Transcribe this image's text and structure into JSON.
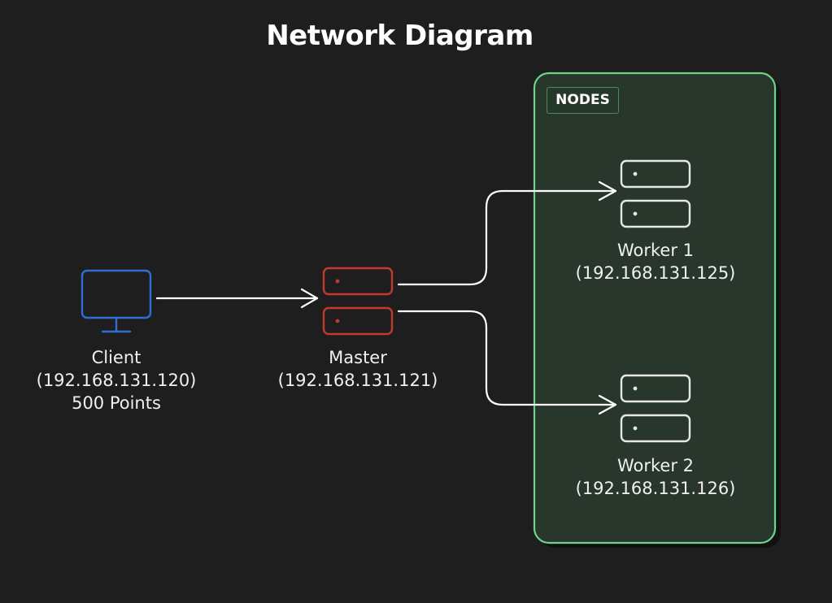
{
  "diagram": {
    "title": "Network Diagram",
    "group": {
      "label": "NODES",
      "border_color": "#6fd48a",
      "fill_color": "#28362b"
    },
    "nodes": {
      "client": {
        "name": "Client",
        "ip": "(192.168.131.120)",
        "extra": "500 Points",
        "icon": "monitor-icon",
        "color": "#2f6fd3"
      },
      "master": {
        "name": "Master",
        "ip": "(192.168.131.121)",
        "icon": "server-icon",
        "color": "#c4392f"
      },
      "worker1": {
        "name": "Worker 1",
        "ip": "(192.168.131.125)",
        "icon": "server-icon",
        "color": "#e6e6e6"
      },
      "worker2": {
        "name": "Worker 2",
        "ip": "(192.168.131.126)",
        "icon": "server-icon",
        "color": "#e6e6e6"
      }
    },
    "edges": [
      {
        "from": "client",
        "to": "master"
      },
      {
        "from": "master",
        "to": "worker1"
      },
      {
        "from": "master",
        "to": "worker2"
      }
    ],
    "edge_color": "#ffffff"
  }
}
